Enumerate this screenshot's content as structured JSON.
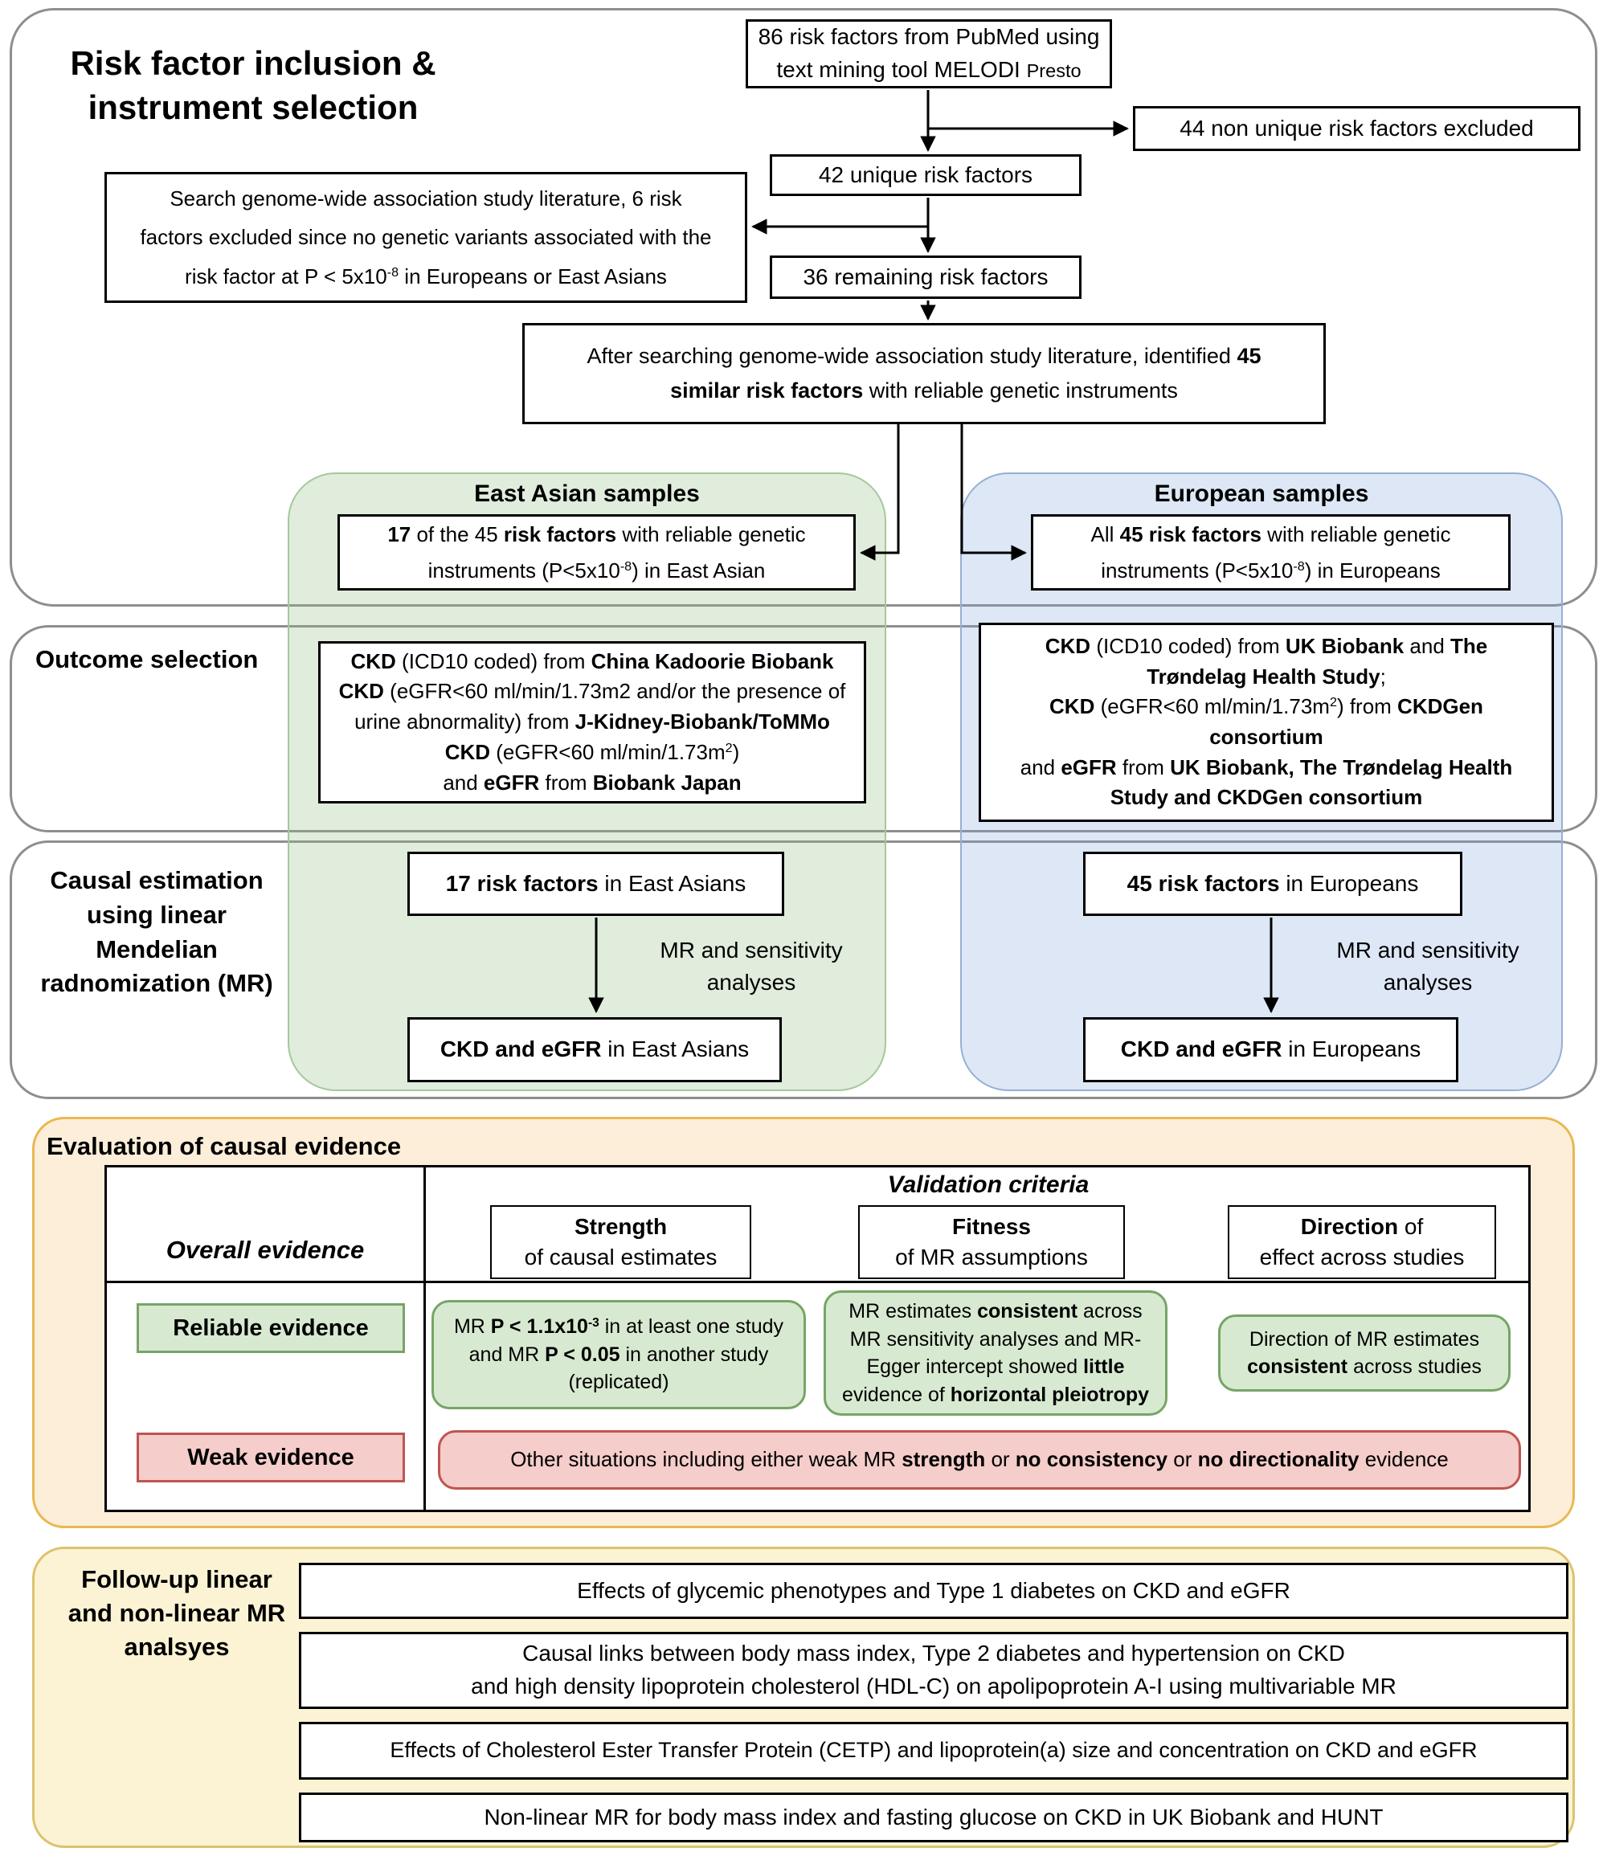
{
  "colors": {
    "section_border": "#8e8e8e",
    "box_border": "#000000",
    "east_asian_border": "#a6c89b",
    "european_border": "#96b0d4",
    "evaluation_fill": "#fdeeda",
    "evaluation_border": "#eab850",
    "followup_fill": "#fbf3d4",
    "followup_border": "#ddc26e",
    "reliable_fill": "#d8e9d1",
    "reliable_border": "#76a566",
    "weak_fill": "#f5cdca",
    "weak_border": "#c0544f"
  },
  "sections": {
    "risk_factor": {
      "label": [
        "Risk factor inclusion &",
        "instrument selection"
      ]
    },
    "outcome": {
      "label": "Outcome selection"
    },
    "causal": {
      "label": [
        "Causal estimation",
        "using linear",
        "Mendelian",
        "radnomization (MR)"
      ]
    },
    "evaluation": {
      "label": "Evaluation of causal evidence"
    },
    "followup": {
      "label": [
        "Follow-up linear",
        "and non-linear MR",
        "analsyes"
      ]
    }
  },
  "flow": {
    "pubmed": [
      "86 risk factors from PubMed using",
      "text mining tool MELODI ~{Presto}"
    ],
    "excluded_44": "44 non unique risk factors excluded",
    "unique_42": "42 unique risk factors",
    "search_exclusion": [
      "Search genome-wide association study literature, 6 risk",
      "factors excluded since no genetic variants associated with the",
      "risk factor at P < 5x10^{-8} in Europeans or East Asians"
    ],
    "remaining_36": "36 remaining risk factors",
    "identified_45": [
      "After searching genome-wide association study literature, identified **45**",
      "**similar risk factors** with reliable genetic instruments"
    ]
  },
  "east_asian": {
    "title": "East Asian samples",
    "instruments": [
      "**17** of the 45 **risk factors** with reliable genetic",
      "instruments (P<5x10^{-8}) in East Asian"
    ],
    "outcomes": [
      "**CKD** (ICD10 coded) from **China Kadoorie Biobank**",
      "**CKD** (eGFR<60 ml/min/1.73m2 and/or the presence of",
      "urine abnormality) from **J-Kidney-Biobank/ToMMo**",
      "**CKD** (eGFR<60 ml/min/1.73m^{2})",
      "and **eGFR** from **Biobank Japan**"
    ],
    "risk_factors": "**17 risk factors** in East Asians",
    "mr_note": [
      "MR and sensitivity",
      "analyses"
    ],
    "result": "**CKD and eGFR** in East Asians"
  },
  "european": {
    "title": "European samples",
    "instruments": [
      "All **45 risk factors** with reliable genetic",
      "instruments (P<5x10^{-8}) in Europeans"
    ],
    "outcomes": [
      "**CKD** (ICD10 coded) from **UK Biobank** and **The**",
      "**Trøndelag Health Study**;",
      "**CKD** (eGFR<60 ml/min/1.73m^{2}) from **CKDGen**",
      "**consortium**",
      "and **eGFR** from **UK Biobank, The Trøndelag Health**",
      "**Study and CKDGen consortium**"
    ],
    "risk_factors": "**45 risk factors** in Europeans",
    "mr_note": [
      "MR and sensitivity",
      "analyses"
    ],
    "result": "**CKD and eGFR** in Europeans"
  },
  "evaluation_table": {
    "overall_header": "Overall evidence",
    "validation_header": "Validation criteria",
    "strength_header": [
      "**Strength**",
      "of causal estimates"
    ],
    "fitness_header": [
      "**Fitness**",
      "of MR assumptions"
    ],
    "direction_header": [
      "**Direction** of",
      "effect across studies"
    ],
    "reliable_label": "Reliable evidence",
    "reliable_strength": [
      "MR **P < 1.1x10^{-3}** in at least one study",
      "and MR **P < 0.05** in another study",
      "(replicated)"
    ],
    "reliable_fitness": [
      "MR estimates **consistent** across",
      "MR sensitivity analyses and MR-",
      "Egger intercept showed **little**",
      "evidence of **horizontal pleiotropy**"
    ],
    "reliable_direction": [
      "Direction of MR estimates",
      "**consistent** across studies"
    ],
    "weak_label": "Weak evidence",
    "weak_criteria": "Other situations including either weak MR **strength** or **no consistency** or **no directionality** evidence"
  },
  "followup_items": [
    "Effects of glycemic phenotypes and Type 1 diabetes on CKD and eGFR",
    [
      "Causal links between body mass index, Type 2 diabetes and hypertension on CKD",
      "and high density lipoprotein cholesterol (HDL-C) on apolipoprotein A-I using multivariable MR"
    ],
    "Effects of Cholesterol Ester Transfer Protein (CETP) and lipoprotein(a) size and concentration on CKD and eGFR",
    "Non-linear MR for body mass index and fasting glucose on CKD in UK Biobank and HUNT"
  ]
}
